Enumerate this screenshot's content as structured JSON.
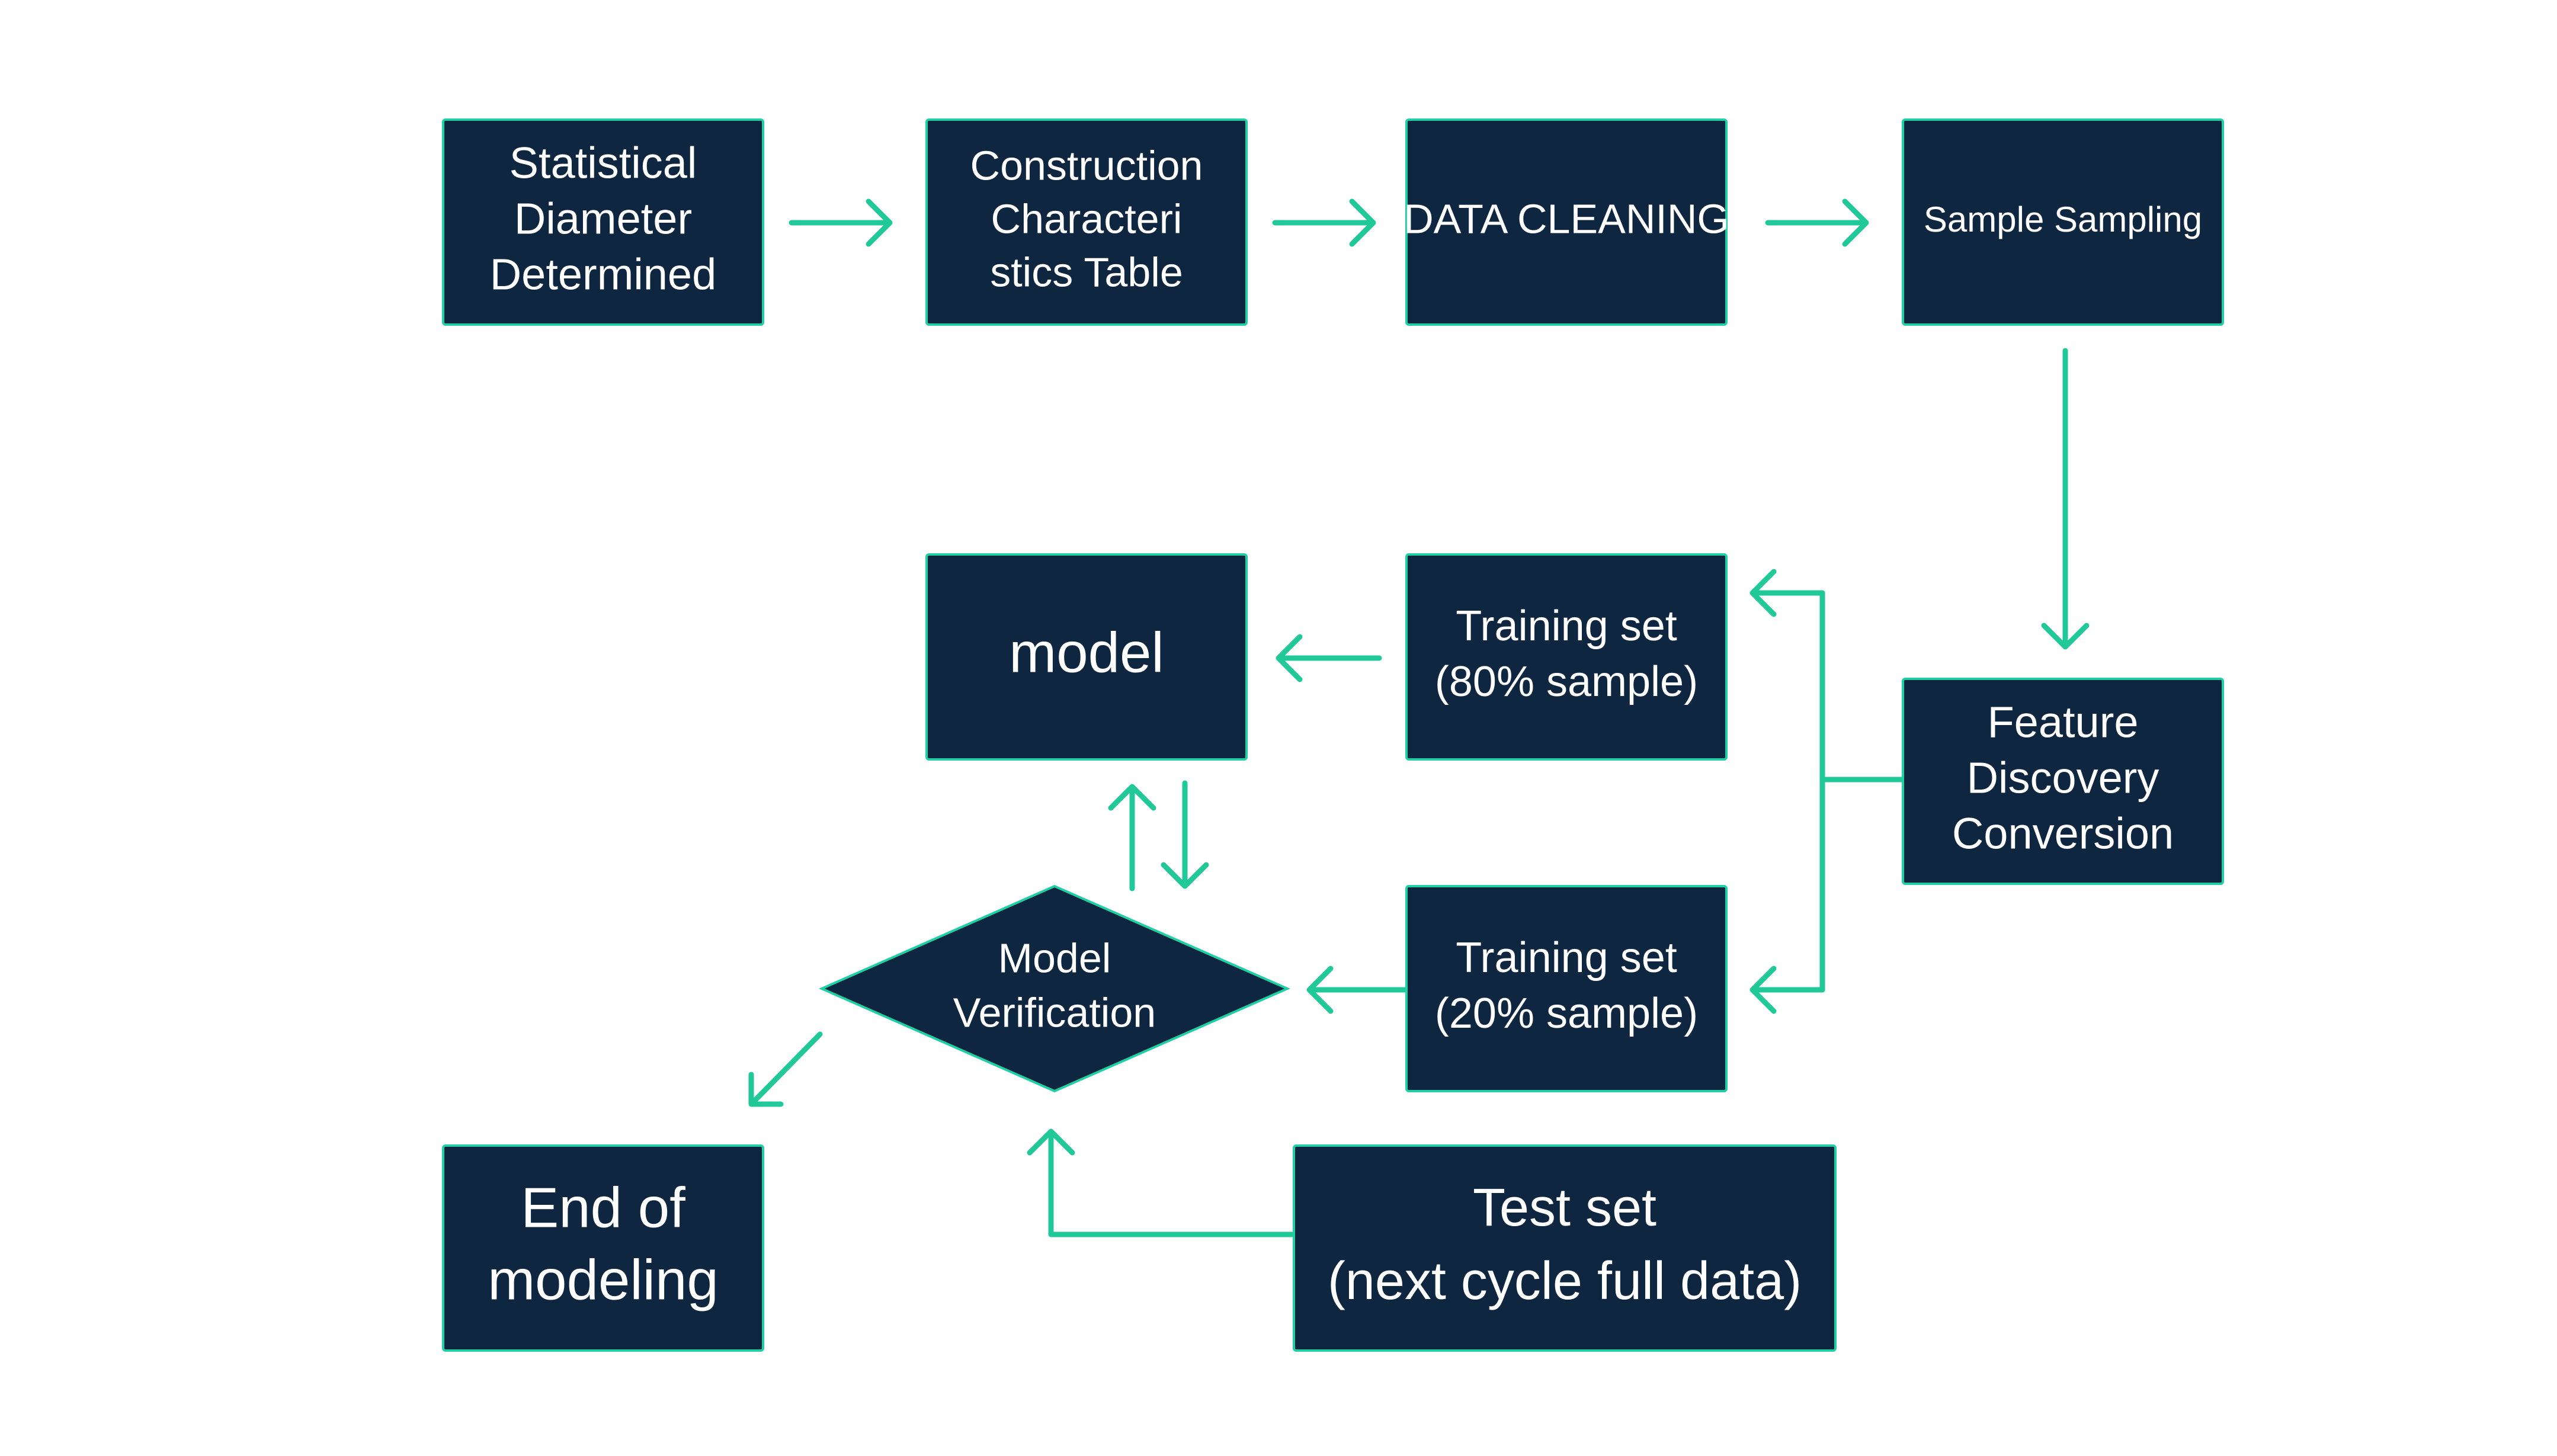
{
  "colors": {
    "box_fill": "#0f2640",
    "box_stroke": "#1fd0a3",
    "arrow": "#20c997",
    "text": "#ffffff",
    "background": "#ffffff"
  },
  "nodes": {
    "statistical_diameter": {
      "lines": [
        "Statistical",
        "Diameter",
        "Determined"
      ]
    },
    "construction_table": {
      "lines": [
        "Construction",
        "Characteri",
        "stics Table"
      ]
    },
    "data_cleaning": {
      "lines": [
        "DATA CLEANING"
      ]
    },
    "sample_sampling": {
      "lines": [
        "Sample Sampling"
      ]
    },
    "feature_discovery": {
      "lines": [
        "Feature",
        "Discovery",
        "Conversion"
      ]
    },
    "training_80": {
      "lines": [
        "Training set",
        "(80% sample)"
      ]
    },
    "model": {
      "lines": [
        "model"
      ]
    },
    "training_20": {
      "lines": [
        "Training set",
        "(20% sample)"
      ]
    },
    "model_verification": {
      "lines": [
        "Model",
        "Verification"
      ]
    },
    "end_of_modeling": {
      "lines": [
        "End of",
        "modeling"
      ]
    },
    "test_set": {
      "lines": [
        "Test set",
        "(next cycle full data)"
      ]
    }
  }
}
